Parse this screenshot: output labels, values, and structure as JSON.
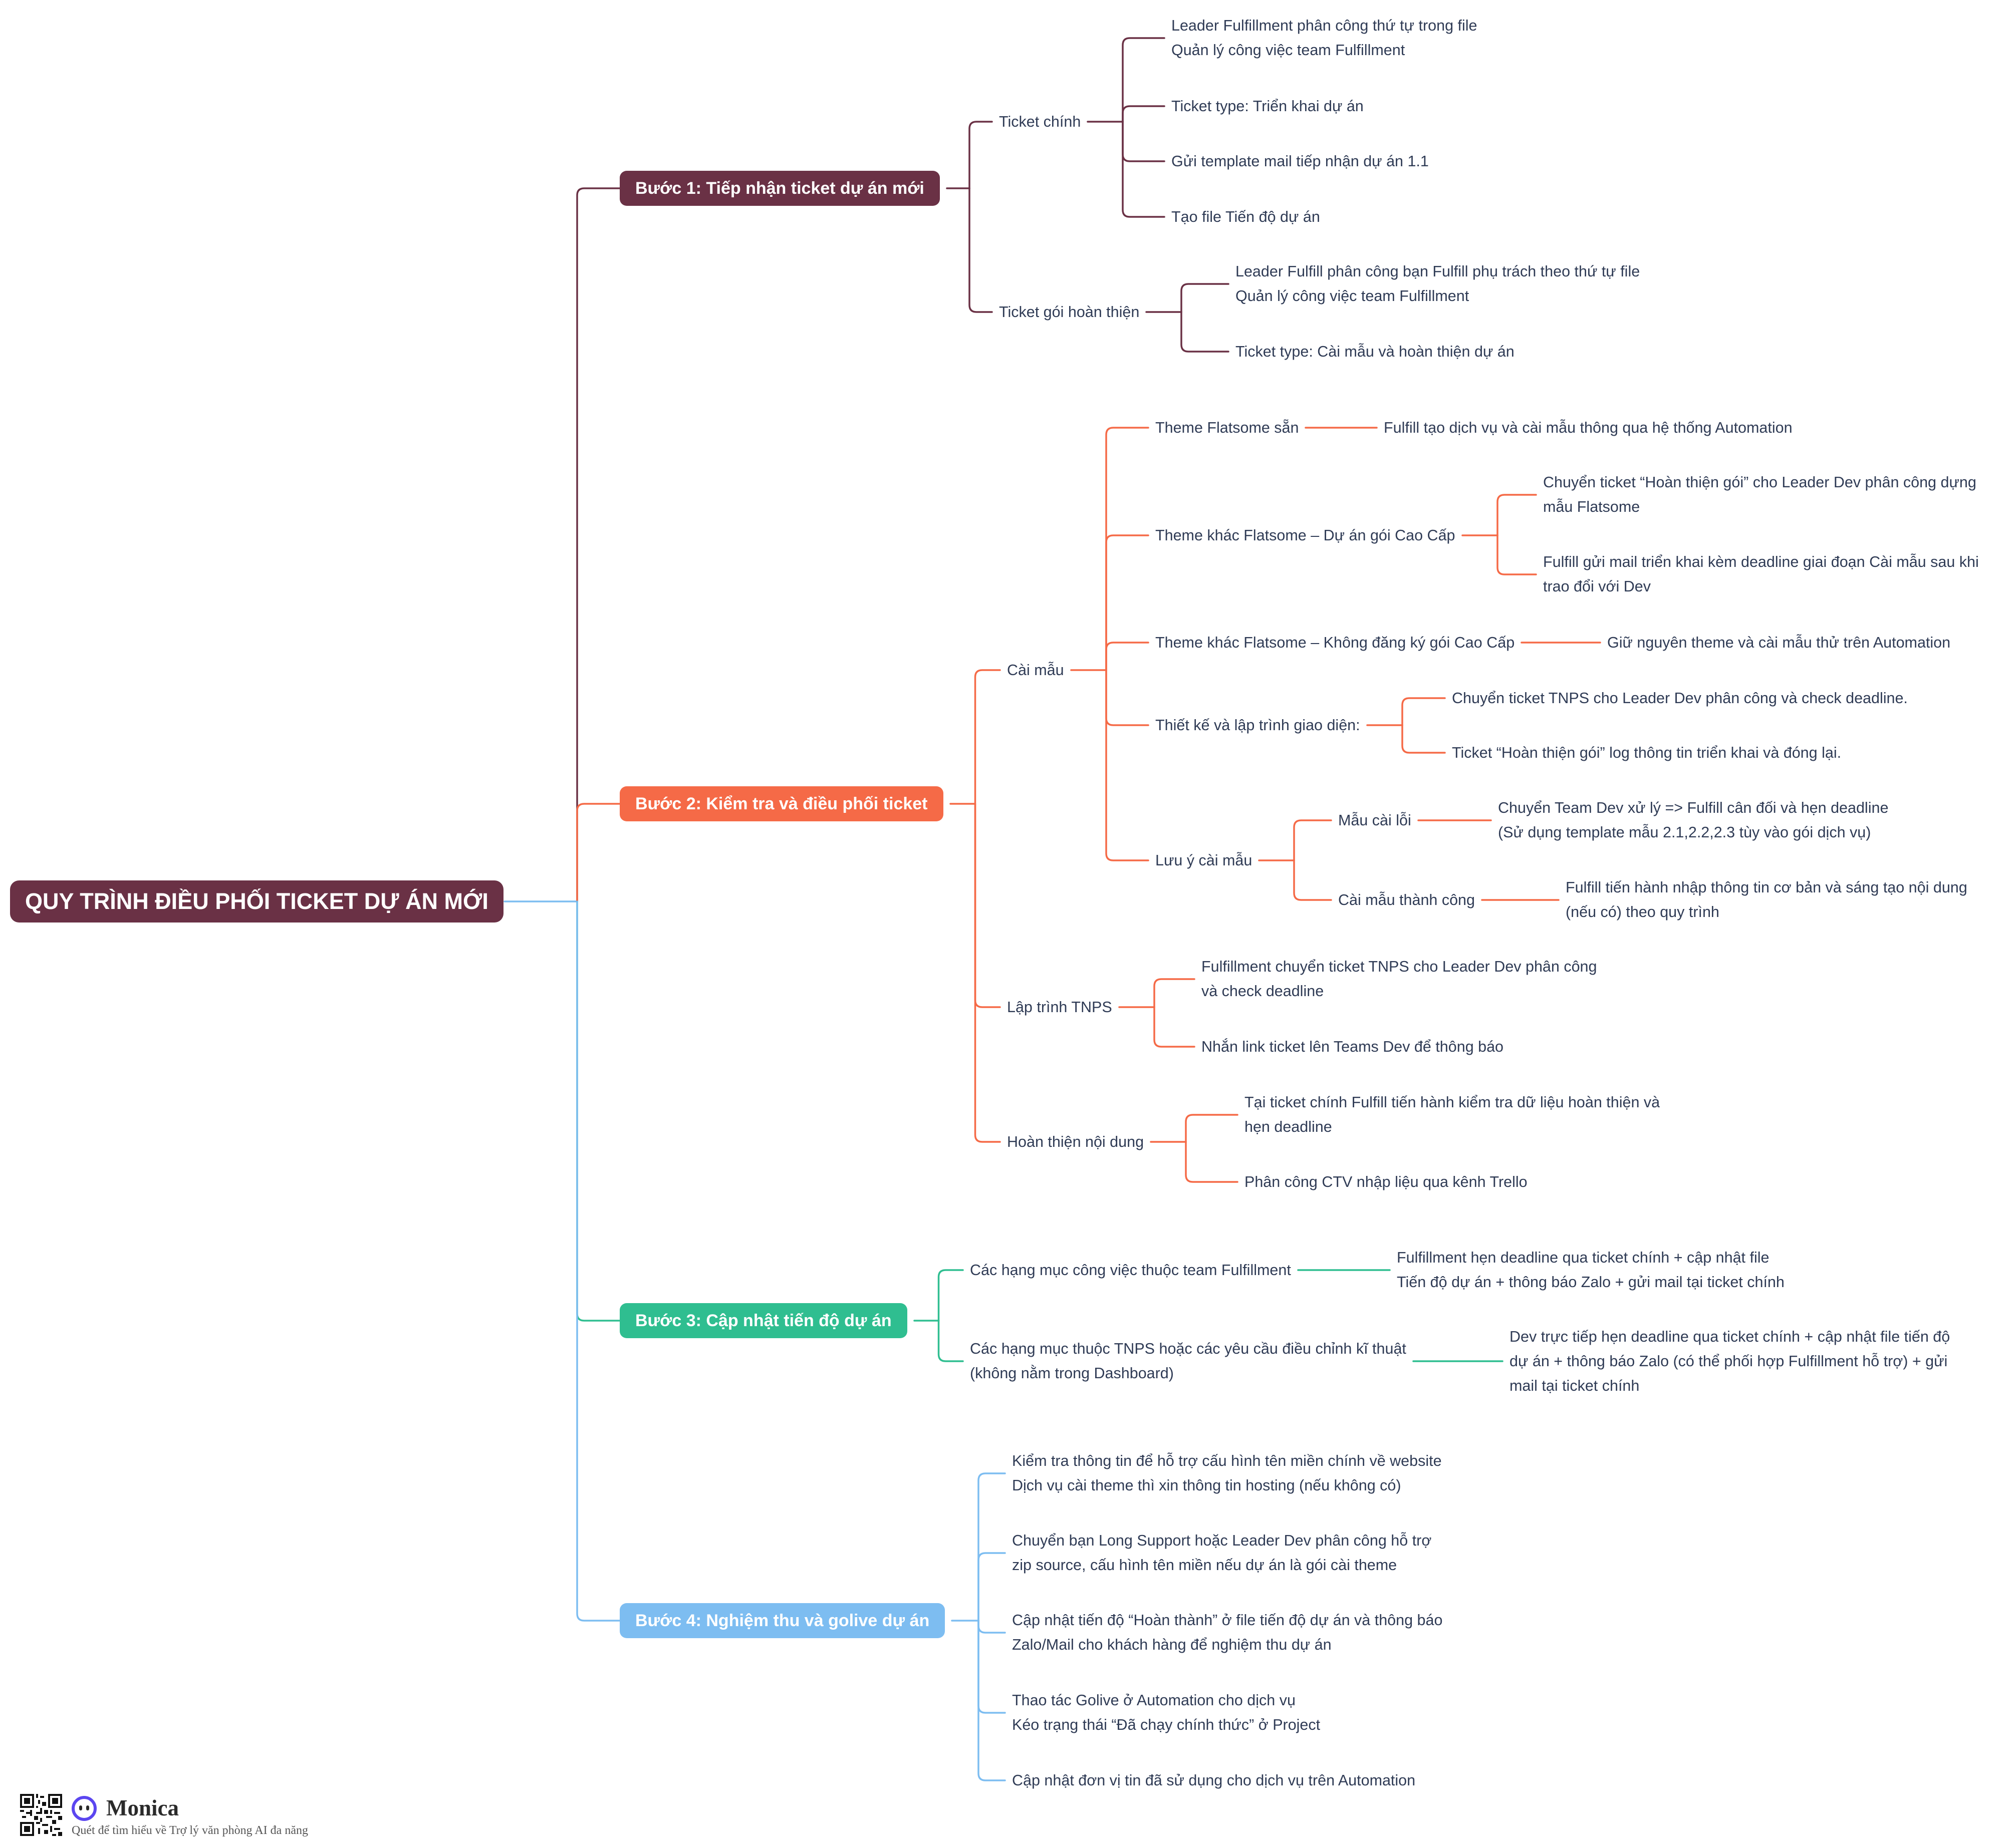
{
  "colors": {
    "root": "#6a3145",
    "step1": "#6a3145",
    "step2": "#f56a47",
    "step3": "#2fbe90",
    "step4": "#7dbdf1",
    "text": "#2f3b55"
  },
  "root": {
    "label": "QUY TRÌNH ĐIỀU PHỐI TICKET DỰ ÁN MỚI"
  },
  "steps": [
    {
      "label": "Bước 1: Tiếp nhận ticket dự án mới",
      "children": [
        {
          "label": [
            "Ticket chính"
          ],
          "children": [
            {
              "label": [
                "Leader Fulfillment phân công thứ tự trong file",
                "Quản lý công việc team Fulfillment"
              ]
            },
            {
              "label": [
                "Ticket type: Triển khai dự án"
              ]
            },
            {
              "label": [
                "Gửi template mail tiếp nhận dự án 1.1"
              ]
            },
            {
              "label": [
                "Tạo file Tiến độ dự án"
              ]
            }
          ]
        },
        {
          "label": [
            "Ticket gói hoàn thiện"
          ],
          "children": [
            {
              "label": [
                "Leader Fulfill phân công bạn Fulfill phụ trách theo thứ tự file",
                "Quản lý công việc team Fulfillment"
              ]
            },
            {
              "label": [
                "Ticket type: Cài mẫu và hoàn thiện dự án"
              ]
            }
          ]
        }
      ]
    },
    {
      "label": "Bước 2: Kiểm tra và điều phối ticket",
      "children": [
        {
          "label": [
            "Cài mẫu"
          ],
          "children": [
            {
              "label": [
                "Theme Flatsome sẵn"
              ],
              "children": [
                {
                  "label": [
                    "Fulfill tạo dịch vụ và cài mẫu thông qua hệ thống Automation"
                  ]
                }
              ]
            },
            {
              "label": [
                "Theme khác Flatsome – Dự án gói Cao Cấp"
              ],
              "children": [
                {
                  "label": [
                    "Chuyển ticket “Hoàn thiện gói” cho Leader Dev phân công dựng",
                    "mẫu Flatsome"
                  ]
                },
                {
                  "label": [
                    "Fulfill gửi mail triển khai kèm deadline giai đoạn Cài mẫu sau khi",
                    "trao đổi với Dev"
                  ]
                }
              ]
            },
            {
              "label": [
                "Theme khác Flatsome – Không đăng ký gói Cao Cấp"
              ],
              "children": [
                {
                  "label": [
                    "Giữ nguyên theme và cài mẫu thử trên Automation"
                  ]
                }
              ]
            },
            {
              "label": [
                "Thiết kế và lập trình giao diện:"
              ],
              "children": [
                {
                  "label": [
                    "Chuyển ticket TNPS cho Leader Dev phân công và check deadline."
                  ]
                },
                {
                  "label": [
                    "Ticket “Hoàn thiện gói” log thông tin triển khai và đóng lại."
                  ]
                }
              ]
            },
            {
              "label": [
                "Lưu ý cài mẫu"
              ],
              "children": [
                {
                  "label": [
                    "Mẫu cài lỗi"
                  ],
                  "children": [
                    {
                      "label": [
                        "Chuyển Team Dev xử lý => Fulfill cân đối và hẹn deadline",
                        "(Sử dụng template mẫu 2.1,2.2,2.3 tùy vào gói dịch vụ)"
                      ]
                    }
                  ]
                },
                {
                  "label": [
                    "Cài mẫu thành công"
                  ],
                  "children": [
                    {
                      "label": [
                        "Fulfill tiến hành nhập thông tin cơ bản và sáng tạo nội dung",
                        "(nếu có) theo quy trình"
                      ]
                    }
                  ]
                }
              ]
            }
          ]
        },
        {
          "label": [
            "Lập trình TNPS"
          ],
          "children": [
            {
              "label": [
                "Fulfillment chuyển ticket TNPS cho Leader Dev phân công",
                "và check deadline"
              ]
            },
            {
              "label": [
                "Nhắn link ticket lên Teams Dev để thông báo"
              ]
            }
          ]
        },
        {
          "label": [
            "Hoàn thiện nội dung"
          ],
          "children": [
            {
              "label": [
                "Tại ticket chính Fulfill tiến hành kiểm tra dữ liệu hoàn thiện và",
                "hẹn deadline"
              ]
            },
            {
              "label": [
                "Phân công CTV nhập liệu qua kênh Trello"
              ]
            }
          ]
        }
      ]
    },
    {
      "label": "Bước 3: Cập nhật tiến độ dự án",
      "children": [
        {
          "label": [
            "Các hạng mục công việc thuộc team Fulfillment"
          ],
          "children": [
            {
              "label": [
                "Fulfillment hẹn deadline qua ticket chính + cập nhật file",
                "Tiến độ dự án + thông báo Zalo + gửi mail tại ticket chính"
              ]
            }
          ]
        },
        {
          "label": [
            "Các hạng mục thuộc TNPS hoặc các yêu cầu điều chỉnh kĩ thuật",
            "(không nằm trong Dashboard)"
          ],
          "children": [
            {
              "label": [
                "Dev trực tiếp hẹn deadline qua ticket chính + cập nhật file tiến độ",
                "dự án + thông báo Zalo (có thể phối hợp Fulfillment hỗ trợ) + gửi",
                "mail tại ticket chính"
              ]
            }
          ]
        }
      ]
    },
    {
      "label": "Bước 4: Nghiệm thu và golive dự án",
      "children": [
        {
          "label": [
            "Kiểm tra thông tin để hỗ trợ cấu hình tên miền chính về website",
            "Dịch vụ cài theme thì xin thông tin hosting (nếu không có)"
          ]
        },
        {
          "label": [
            "Chuyển bạn Long Support hoặc Leader Dev phân công hỗ trợ",
            "zip source, cấu hình tên miền nếu dự án là gói cài theme"
          ]
        },
        {
          "label": [
            "Cập nhật tiến độ “Hoàn thành” ở file tiến độ dự án và thông báo",
            "Zalo/Mail cho khách hàng để nghiệm thu dự án"
          ]
        },
        {
          "label": [
            "Thao tác Golive ở Automation cho dịch vụ",
            "Kéo trạng thái “Đã chạy chính thức” ở Project"
          ]
        },
        {
          "label": [
            "Cập nhật đơn vị tin đã sử dụng cho dịch vụ trên Automation"
          ]
        }
      ]
    }
  ],
  "brand": {
    "name": "Monica",
    "subtitle": "Quét để tìm hiểu về Trợ lý văn phòng AI đa năng",
    "qr_icon": "qr-code-icon",
    "logo_icon": "monica-logo-icon"
  }
}
